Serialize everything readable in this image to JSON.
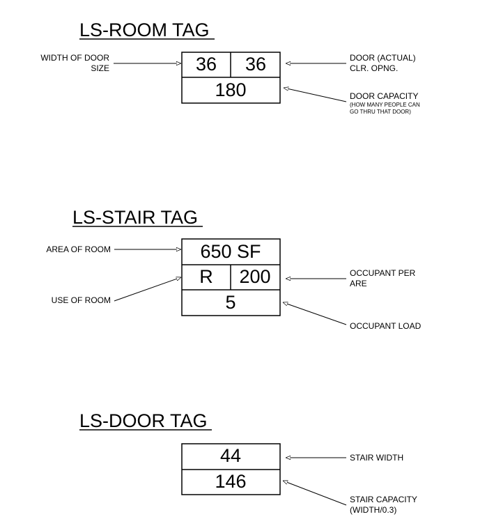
{
  "room_tag": {
    "title": "LS-ROOM TAG",
    "door_width": "36",
    "door_actual": "36",
    "capacity": "180",
    "label_width_line1": "WIDTH OF DOOR",
    "label_width_line2": "SIZE",
    "label_actual_line1": "DOOR (ACTUAL)",
    "label_actual_line2": "CLR. OPNG.",
    "label_capacity_line1": "DOOR CAPACITY",
    "label_capacity_line2": "(HOW MANY PEOPLE CAN",
    "label_capacity_line3": "GO THRU THAT DOOR)"
  },
  "stair_tag": {
    "title": "LS-STAIR TAG",
    "area": "650 SF",
    "use": "R",
    "occupant_per": "200",
    "load": "5",
    "label_area": "AREA OF ROOM",
    "label_use": "USE OF ROOM",
    "label_per_line1": "OCCUPANT PER",
    "label_per_line2": "ARE",
    "label_load": "OCCUPANT LOAD"
  },
  "door_tag": {
    "title": "LS-DOOR TAG",
    "stair_width": "44",
    "stair_capacity": "146",
    "label_width": "STAIR WIDTH",
    "label_capacity_line1": "STAIR CAPACITY",
    "label_capacity_line2": "(WIDTH/0.3)"
  }
}
